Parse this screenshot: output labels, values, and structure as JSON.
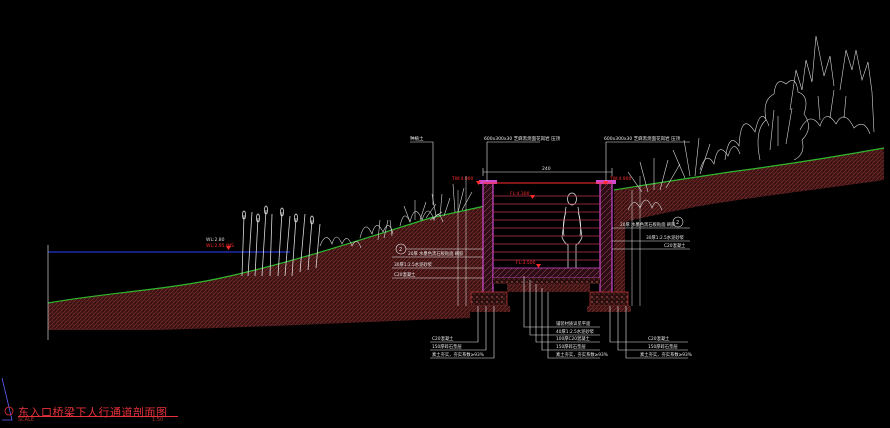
{
  "drawing": {
    "title": "东入口桥梁下人行通道剖面图",
    "scale_label": "SCALE",
    "scale_value": "1:50"
  },
  "labels": {
    "top_soil": "种植土",
    "top_slab_left": "600x300x30  芝麻黑烧面花岗岩  压顶",
    "top_slab_right": "600x300x30  芝麻黑烧面花岗岩  压顶",
    "dim_top": "240",
    "elev_left": "TW:4.900",
    "elev_right": "TW:4.900",
    "elev_deck": "FL:4.300",
    "elev_floor": "FL:3.500",
    "elev_water": "WL:2.80",
    "elev_water2": "WL:2.95 IMS",
    "callout_left_num": "2",
    "callout_right_num": "2",
    "wall_left_1": "20厚  水墨色黑石板贴面  刷胶",
    "wall_left_2": "30厚1:2.5水泥砂浆",
    "wall_left_3": "C20混凝土",
    "wall_right_1": "20厚  水墨色黑石板贴面  刷胶",
    "wall_right_2": "30厚1:2.5水泥砂浆",
    "wall_right_3": "C20混凝土",
    "foot_left_1": "C20混凝土",
    "foot_left_2": "150厚碎石垫层",
    "foot_left_3": "素土夯实，夯实系数≥93%",
    "center_1": "铺装材质详见平面",
    "center_2": "40厚1:2.5水泥砂浆",
    "center_3": "100厚C20混凝土",
    "center_4": "150厚碎石垫层",
    "center_5": "素土夯实，夯实系数≥93%",
    "foot_right_1": "C20混凝土",
    "foot_right_2": "150厚碎石垫层",
    "foot_right_3": "素土夯实，夯实系数≥93%"
  },
  "colors": {
    "background": "#000000",
    "ground_line": "#2fb82f",
    "soil_hatch": "#7a2f2f",
    "wall_fill": "#d04ad0",
    "leader": "#e8e8e8",
    "elevation": "#ff2b2b",
    "plants": "#d9d9d9",
    "water": "#2a40ff"
  }
}
